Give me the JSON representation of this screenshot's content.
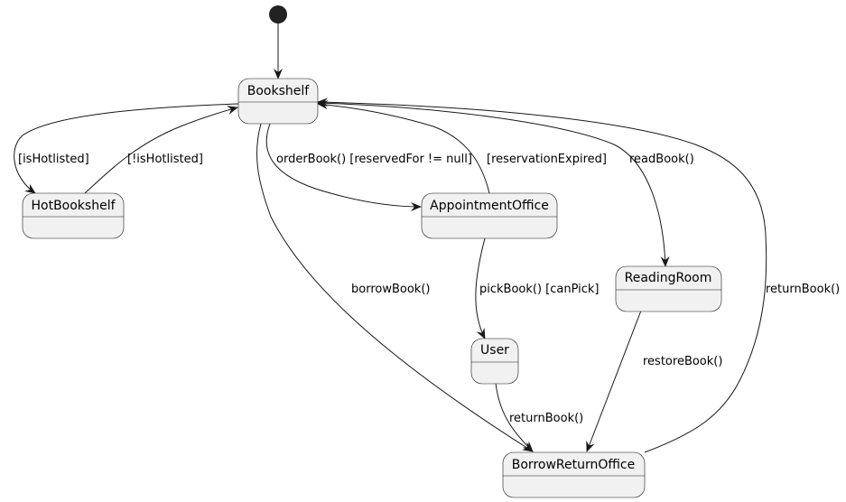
{
  "colors": {
    "state_fill": "#F1F1F1",
    "stroke": "#181818",
    "initial_node": "#222222"
  },
  "states": {
    "bookshelf": "Bookshelf",
    "hot_bookshelf": "HotBookshelf",
    "appointment_office": "AppointmentOffice",
    "reading_room": "ReadingRoom",
    "user": "User",
    "borrow_return_office": "BorrowReturnOffice"
  },
  "transitions": {
    "is_hotlisted": "[isHotlisted]",
    "not_hotlisted": "[!isHotlisted]",
    "order_book": "orderBook() [reservedFor != null]",
    "reservation_expired": "[reservationExpired]",
    "read_book": "readBook()",
    "borrow_book": "borrowBook()",
    "pick_book": "pickBook() [canPick]",
    "return_book_user": "returnBook()",
    "restore_book": "restoreBook()",
    "return_book_office": "returnBook()"
  }
}
